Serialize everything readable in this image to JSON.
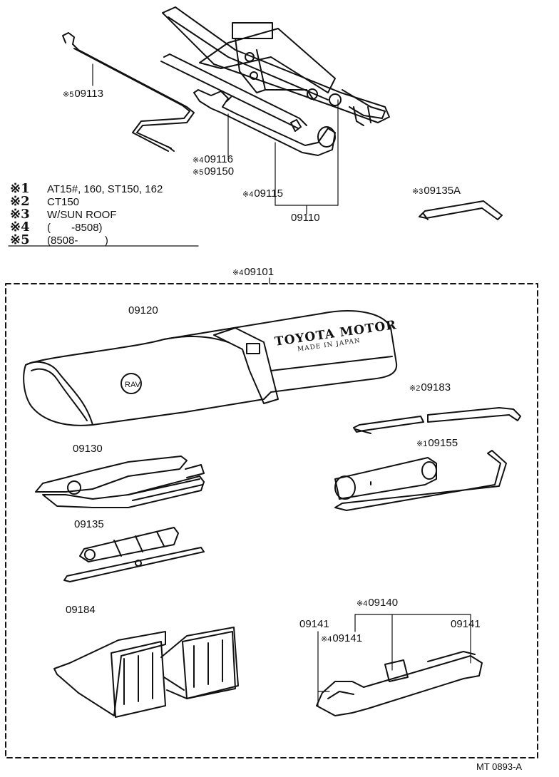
{
  "legend": [
    {
      "key": "※1",
      "text": "AT15#, 160, ST150, 162"
    },
    {
      "key": "※2",
      "text": "CT150"
    },
    {
      "key": "※3",
      "text": "W/SUN ROOF"
    },
    {
      "key": "※4",
      "text": "(       -8508)"
    },
    {
      "key": "※5",
      "text": "(8508-         )"
    }
  ],
  "labels": {
    "p09113": {
      "mark": "※5",
      "num": "09113"
    },
    "p09116": {
      "mark": "※4",
      "num": "09116"
    },
    "p09150": {
      "mark": "※5",
      "num": "09150"
    },
    "p09115": {
      "mark": "※4",
      "num": "09115"
    },
    "p09110": {
      "mark": "",
      "num": "09110"
    },
    "p09135A": {
      "mark": "※3",
      "num": "09135A"
    },
    "p09101": {
      "mark": "※4",
      "num": "09101"
    },
    "p09120": {
      "mark": "",
      "num": "09120"
    },
    "p09183": {
      "mark": "※2",
      "num": "09183"
    },
    "p09130": {
      "mark": "",
      "num": "09130"
    },
    "p09155": {
      "mark": "※1",
      "num": "09155"
    },
    "p09135": {
      "mark": "",
      "num": "09135"
    },
    "p09184": {
      "mark": "",
      "num": "09184"
    },
    "p09140": {
      "mark": "※4",
      "num": "09140"
    },
    "p09141a": {
      "mark": "",
      "num": "09141"
    },
    "p09141b": {
      "mark": "※4",
      "num": "09141"
    },
    "p09141c": {
      "mark": "",
      "num": "09141"
    }
  },
  "bag_text": {
    "line1": "TOYOTA MOTOR",
    "line2": "MADE IN JAPAN"
  },
  "doc_id": "MT 0893-A"
}
